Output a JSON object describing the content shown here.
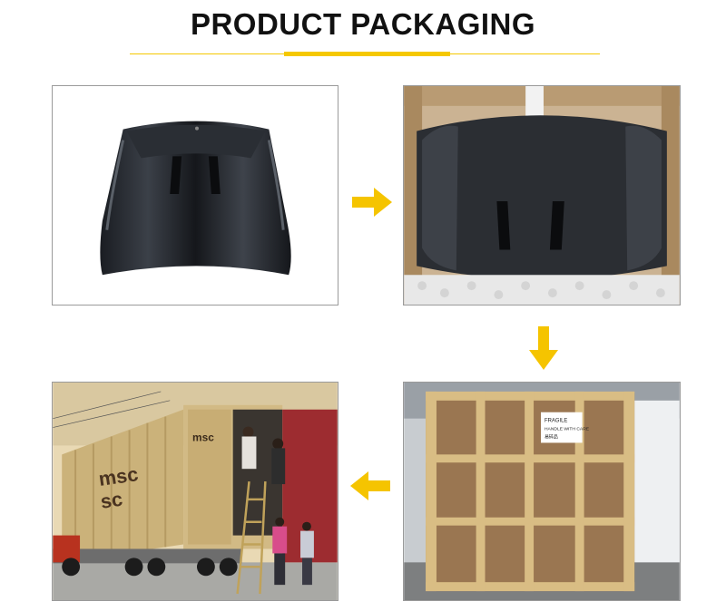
{
  "header": {
    "title": "PRODUCT PACKAGING"
  },
  "colors": {
    "accent": "#f5c800",
    "arrow": "#f5c400",
    "frame": "#9a9a9a"
  },
  "steps": [
    {
      "image": "black car hood product"
    },
    {
      "image": "hood packed in cardboard box"
    },
    {
      "image": "wooden crate"
    },
    {
      "image": "shipping container truck loading"
    }
  ],
  "crate_label": {
    "line1": "FRAGILE",
    "line2": "HANDLE WITH CARE",
    "line3": "易碎品"
  },
  "container": {
    "brand_front": "msc",
    "brand_side_top": "msc",
    "brand_side_bottom": "sc"
  },
  "arrows": [
    "arrow-right-icon",
    "arrow-down-icon",
    "arrow-left-icon"
  ]
}
